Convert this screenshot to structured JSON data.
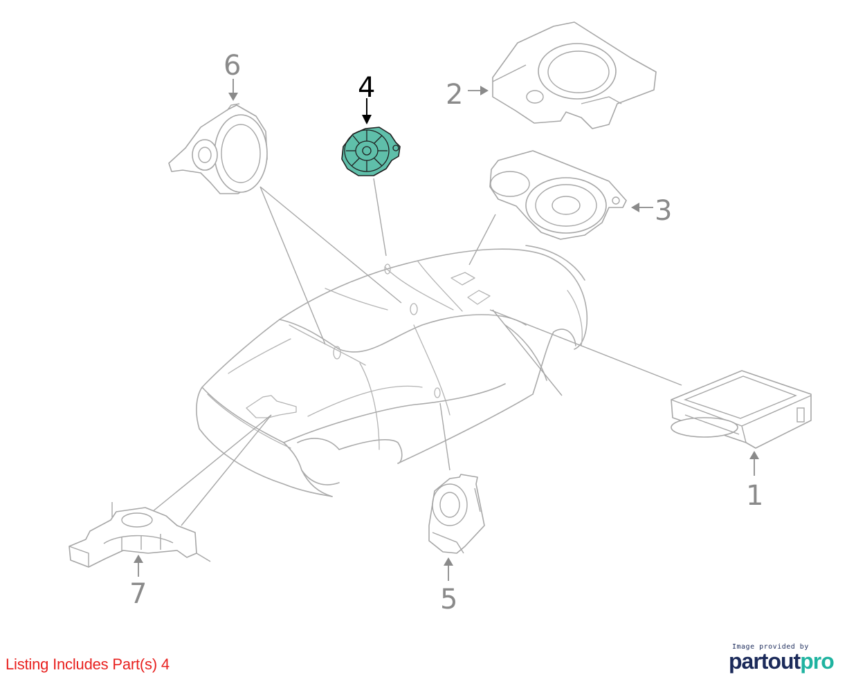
{
  "diagram": {
    "callouts": [
      {
        "id": "1",
        "label": "1"
      },
      {
        "id": "2",
        "label": "2"
      },
      {
        "id": "3",
        "label": "3"
      },
      {
        "id": "4",
        "label": "4",
        "highlighted": true
      },
      {
        "id": "5",
        "label": "5"
      },
      {
        "id": "6",
        "label": "6"
      },
      {
        "id": "7",
        "label": "7"
      }
    ],
    "highlight_color": "#5fbfaa"
  },
  "footer": {
    "listing_note": "Listing Includes Part(s) 4",
    "listing_note_color": "#e8201e",
    "provider_caption": "Image provided by",
    "provider_logo_part1": "partout",
    "provider_logo_part2": "pro"
  }
}
